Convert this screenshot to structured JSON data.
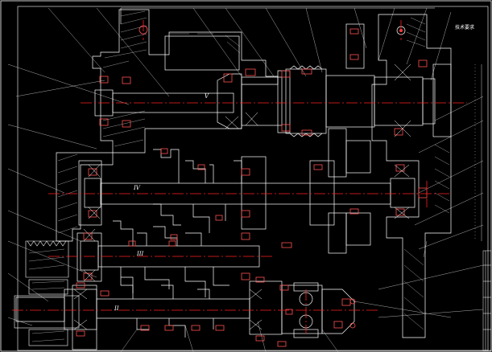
{
  "drawing": {
    "note_title": "技术要求",
    "shafts": [
      "V",
      "IV",
      "III",
      "II"
    ]
  },
  "colors": {
    "background": "#000000",
    "outline": "#ffffff",
    "centerline": "#ff2020",
    "hatch": "#d8d8d8",
    "leader": "#bfbfbf"
  }
}
